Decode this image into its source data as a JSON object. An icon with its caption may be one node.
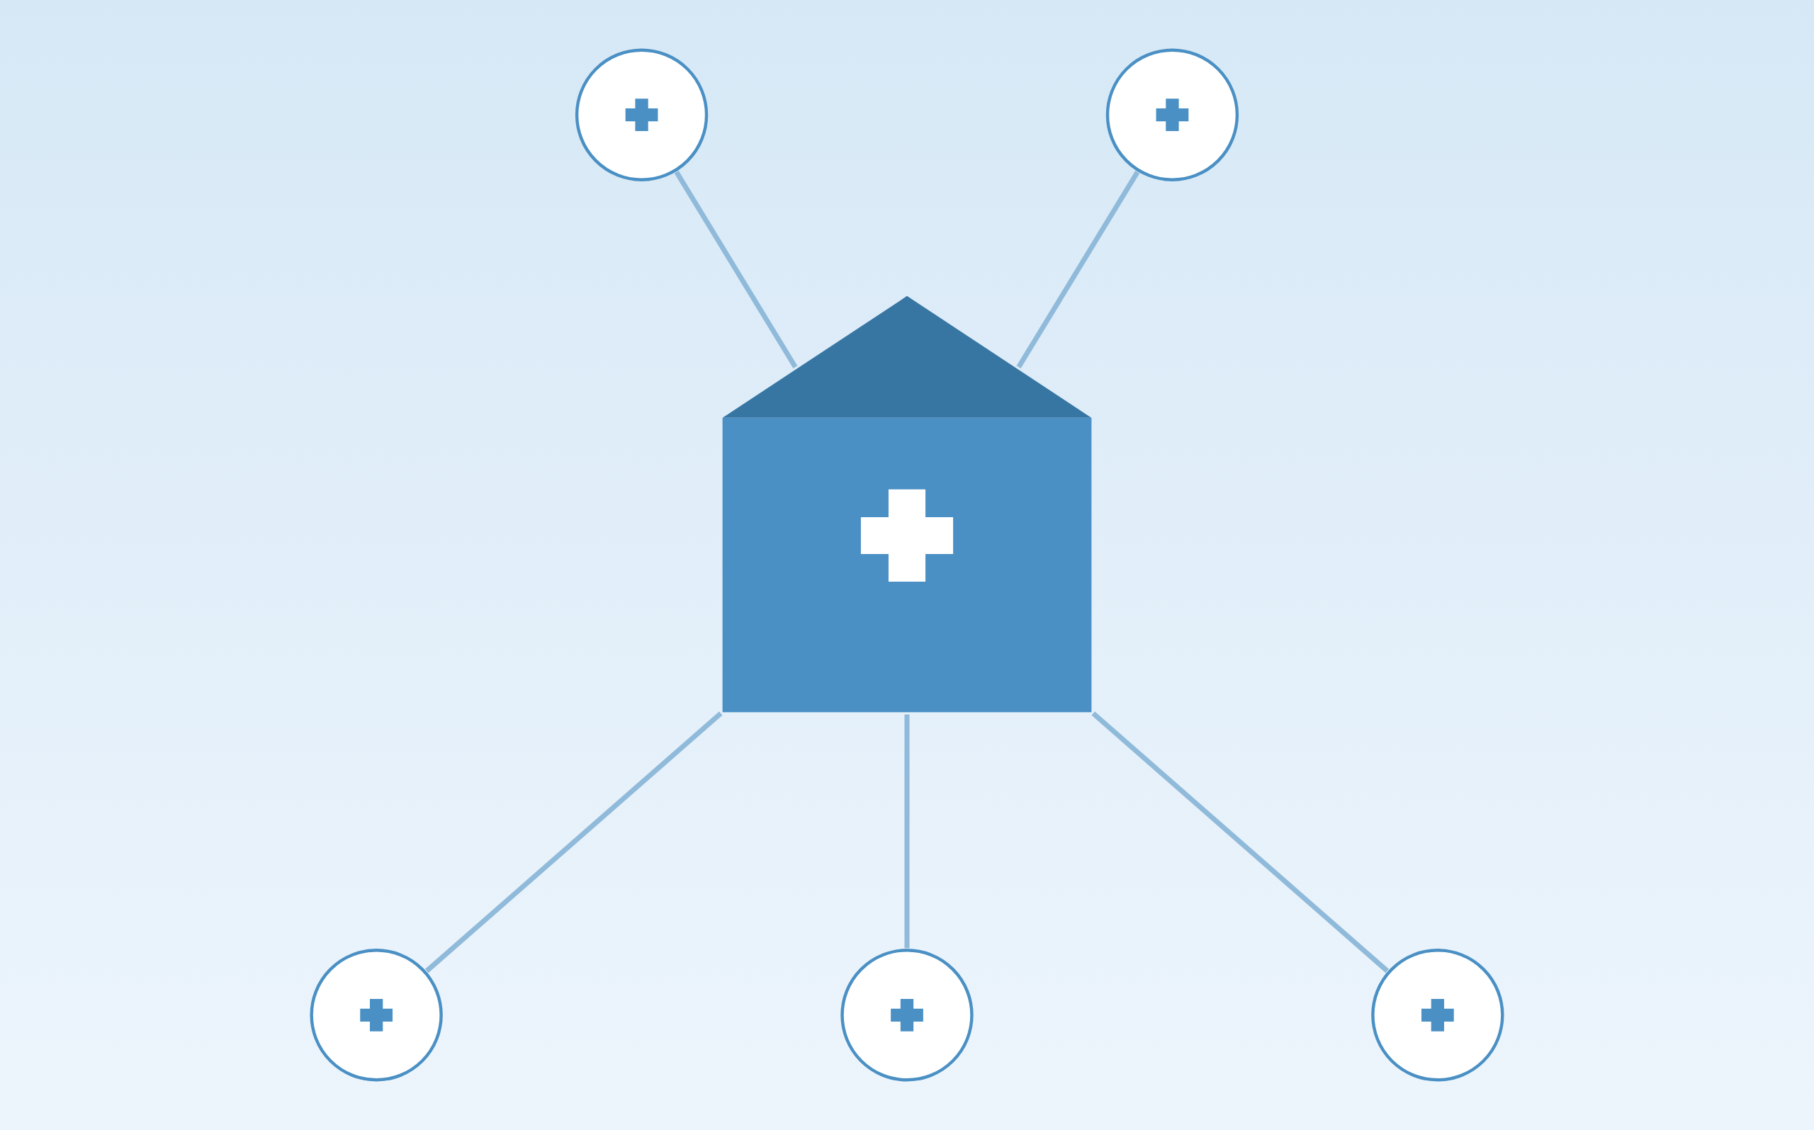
{
  "diagram": {
    "nodes": [
      {
        "text": [],
        "shape": "circle"
      },
      {
        "text": [],
        "shape": "circle"
      },
      {
        "text": [],
        "shape": "house"
      },
      {
        "text": [],
        "shape": "circle"
      },
      {
        "text": [],
        "shape": "circle"
      },
      {
        "text": [],
        "shape": "circle"
      }
    ],
    "edges": [
      {
        "from": 0,
        "to": 2,
        "arrow": "none"
      },
      {
        "from": 1,
        "to": 2,
        "arrow": "none"
      },
      {
        "from": 2,
        "to": 3,
        "arrow": "none"
      },
      {
        "from": 2,
        "to": 5,
        "arrow": "none"
      },
      {
        "from": 2,
        "to": 4,
        "arrow": "none"
      }
    ]
  }
}
